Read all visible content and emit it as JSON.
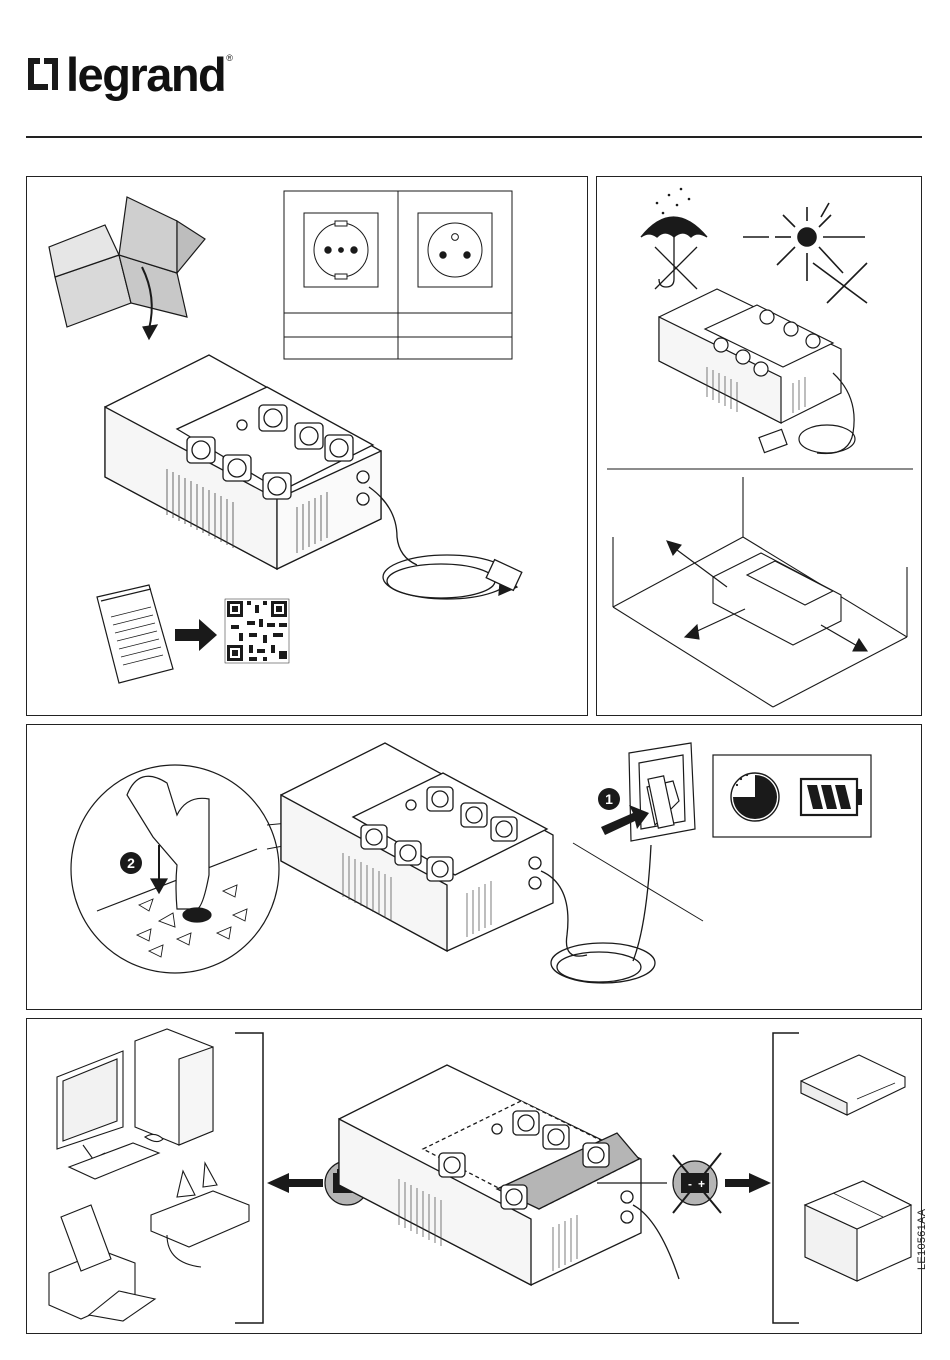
{
  "brand": {
    "name": "legrand",
    "registered_mark": "®"
  },
  "document_code": "LE10561AA",
  "socket_table": {
    "columns": [
      {
        "socket_type": "schuko-socket-icon",
        "row1": "",
        "row2": ""
      },
      {
        "socket_type": "french-socket-icon",
        "row1": "",
        "row2": ""
      }
    ]
  },
  "icons": {
    "unpack": "open-box-icon",
    "no_rain": "umbrella-rain-crossed-icon",
    "no_sun": "sun-crossed-icon",
    "manual": "manual-icon",
    "qr": "qr-code-icon",
    "step1": "1",
    "step2": "2",
    "clock": "charge-time-clock-icon",
    "battery": "battery-charging-icon",
    "battery_backup": "battery-backup-icon",
    "no_battery": "battery-crossed-icon"
  },
  "colors": {
    "ink": "#1a1a1a",
    "box_fill": "#d9d9d9",
    "highlight": "#b5b5b5"
  }
}
